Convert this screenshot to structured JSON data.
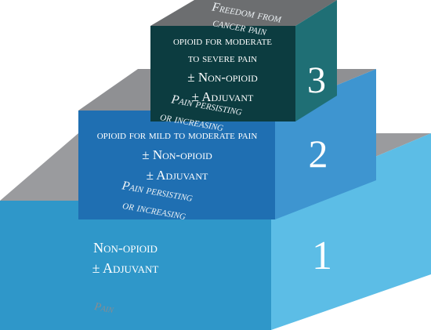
{
  "steps": [
    {
      "number": "1",
      "treatment_lines": [
        "Non-opioid",
        "± Adjuvant"
      ],
      "transition_lines": [
        "Pain persisting",
        "or increasing"
      ],
      "colors": {
        "top": "#9a9b9e",
        "front": "#2f97c9",
        "right": "#5cbde6"
      }
    },
    {
      "number": "2",
      "treatment_lines": [
        "opioid for mild to moderate pain",
        "± Non-opioid",
        "± Adjuvant"
      ],
      "transition_lines": [
        "Pain persisting",
        "or increasing"
      ],
      "colors": {
        "top": "#8f9093",
        "front": "#1f6fb2",
        "right": "#3e95d0"
      }
    },
    {
      "number": "3",
      "treatment_lines": [
        "opioid for moderate",
        "to severe pain",
        "± Non-opioid",
        "± Adjuvant"
      ],
      "transition_lines": [
        "Freedom from",
        "cancer pain"
      ],
      "colors": {
        "top": "#6c6e70",
        "front": "#0c3c40",
        "right": "#1f6f75"
      }
    }
  ],
  "base_label": "Pain"
}
